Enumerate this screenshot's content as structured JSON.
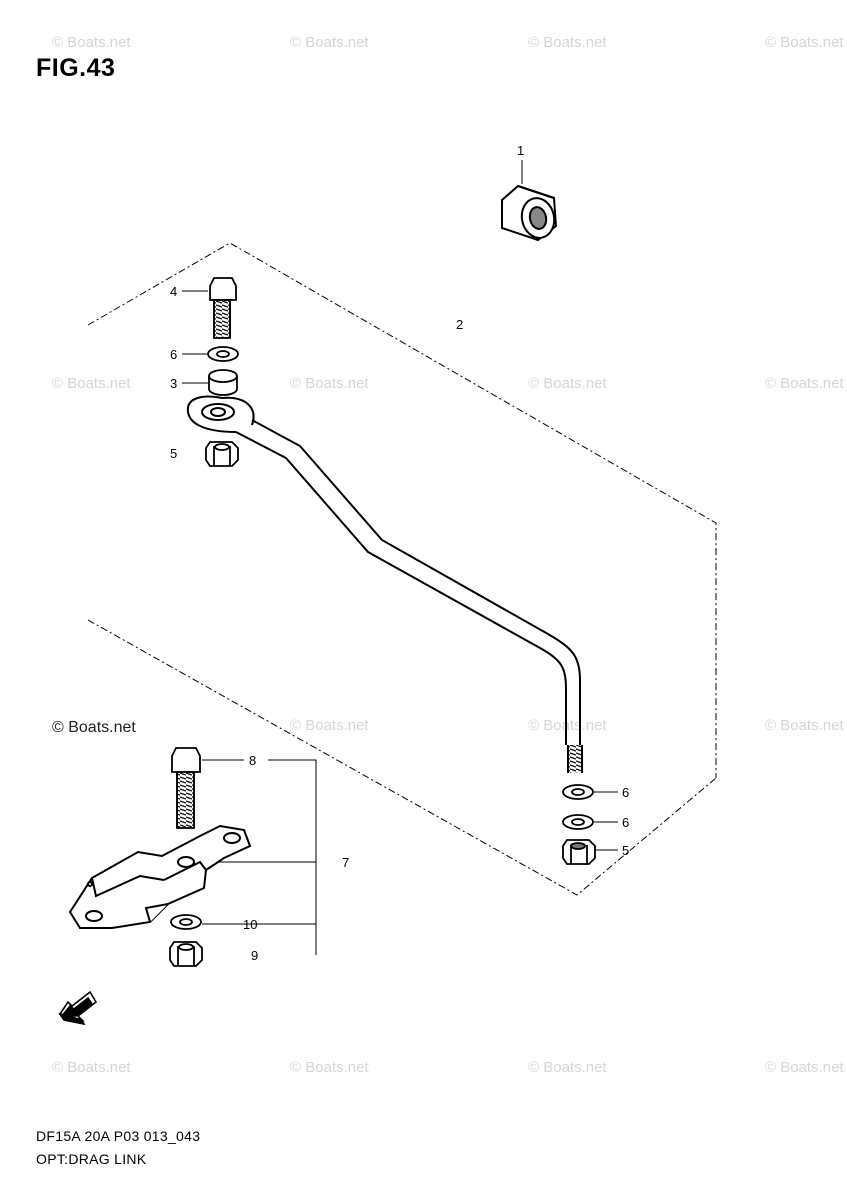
{
  "figure": {
    "title": "FIG.43",
    "code": "DF15A 20A P03 013_043",
    "caption": "OPT:DRAG LINK"
  },
  "watermark": {
    "text": "© Boats.net",
    "prominent_text": "© Boats.net"
  },
  "callouts": {
    "c1": "1",
    "c2": "2",
    "c3": "3",
    "c4": "4",
    "c5a": "5",
    "c5b": "5",
    "c6a": "6",
    "c6b": "6",
    "c6c": "6",
    "c7": "7",
    "c8": "8",
    "c9": "9",
    "c10": "10"
  },
  "icons": {
    "front_arrow": "fwd-arrow-icon"
  }
}
